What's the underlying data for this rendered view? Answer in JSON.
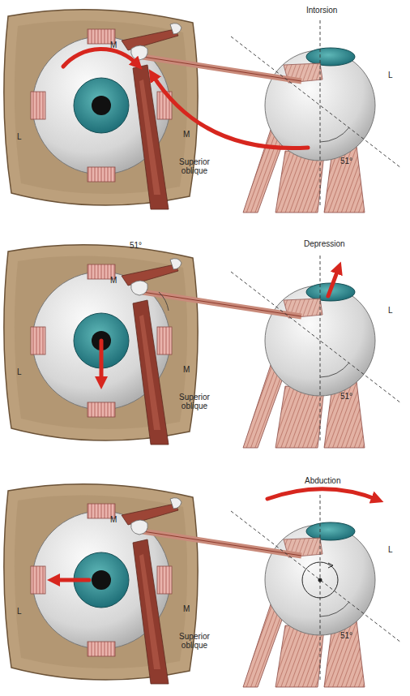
{
  "diagram": {
    "labels": [
      "Intorsion",
      "L",
      "M",
      "M",
      "L",
      "51°",
      "Superior oblique",
      "Depression",
      "L",
      "M",
      "51°",
      "M",
      "L",
      "51°",
      "Superior oblique",
      "Abduction",
      "L",
      "M",
      "M",
      "L",
      "51°",
      "Superior oblique"
    ]
  }
}
